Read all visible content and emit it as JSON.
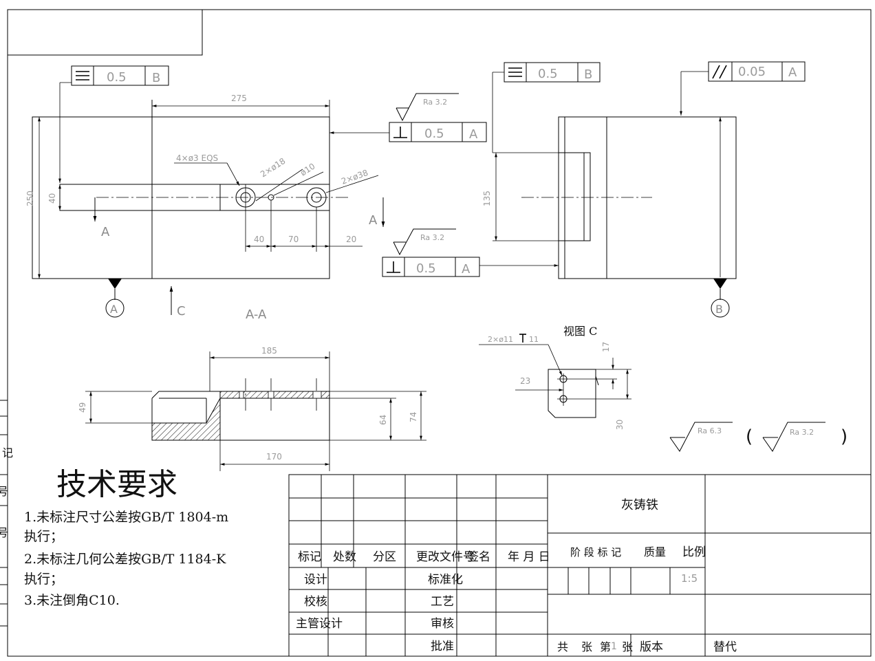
{
  "gdt": {
    "flat1": {
      "value": "0.5",
      "datum": "B"
    },
    "perp1": {
      "value": "0.5",
      "datum": "A"
    },
    "flat2": {
      "value": "0.5",
      "datum": "B"
    },
    "parallel": {
      "value": "0.05",
      "datum": "A"
    },
    "perp2": {
      "value": "0.5",
      "datum": "A"
    }
  },
  "roughness": {
    "r1": "Ra 3.2",
    "r2": "Ra 3.2",
    "general": "Ra 6.3",
    "other": "Ra 3.2",
    "paren_open": "(",
    "paren_close": ")"
  },
  "dims": {
    "d275": "275",
    "d250": "250",
    "d40": "40",
    "holes4": "4×ø3 EQS",
    "d2x18": "2×ø18",
    "d10": "ø10",
    "d2x38": "2×ø38",
    "h40": "40",
    "h70": "70",
    "h20": "20",
    "d135": "135",
    "d185": "185",
    "d49": "49",
    "d64": "64",
    "d74": "74",
    "d170": "170",
    "d2x11": "2×ø11",
    "d11": "11",
    "d17": "17",
    "d23": "23",
    "d30": "30"
  },
  "labels": {
    "sectionA_left": "A",
    "sectionA_right": "A",
    "datumA": "A",
    "datumB": "B",
    "viewC_arrow": "C",
    "sectionAA": "A-A",
    "viewC": "视图 C",
    "leftEdge1": "记",
    "leftEdge2": "号",
    "leftEdge3": "号"
  },
  "tech": {
    "title": "技术要求",
    "line1": "1.未标注尺寸公差按GB/T 1804-m",
    "line1b": "执行；",
    "line2": "2.未标注几何公差按GB/T 1184-K",
    "line2b": "执行；",
    "line3": "3.未注倒角C10."
  },
  "titleblock": {
    "material": "灰铸铁",
    "biaoji": "标记",
    "chushu": "处数",
    "fenqu": "分区",
    "gengai": "更改文件号",
    "qianming": "签名",
    "nianyueri": "年 月 日",
    "sheji": "设计",
    "biaozhunhua": "标准化",
    "jiaohe": "校核",
    "gongyi": "工艺",
    "zhuguan": "主管设计",
    "shenhe": "审核",
    "pizhun": "批准",
    "jieduan": "阶 段 标 记",
    "zhiliang": "质量",
    "bili": "比例",
    "scale": "1:5",
    "gong": "共",
    "zhang1": "张",
    "di": "第",
    "sheet_no": "1",
    "zhang2": "张",
    "banben": "版本",
    "tidai": "替代"
  }
}
